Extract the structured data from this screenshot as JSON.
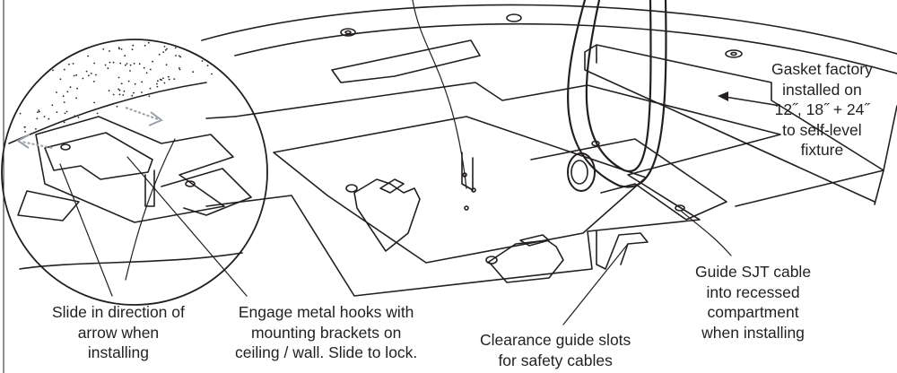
{
  "labels": {
    "gasket": [
      "Gasket factory",
      "installed on",
      "12˝, 18˝ + 24˝",
      "to self-level",
      "fixture"
    ],
    "slide": [
      "Slide in direction of",
      "arrow when",
      "installing"
    ],
    "engage": [
      "Engage metal hooks with",
      "mounting brackets on",
      "ceiling / wall. Slide to lock."
    ],
    "clearance": [
      "Clearance guide slots",
      "for safety cables"
    ],
    "guide": [
      "Guide SJT cable",
      "into recessed",
      "compartment",
      "when installing"
    ]
  },
  "colors": {
    "line": "#231f20",
    "arrow": "#9aa0a6",
    "background": "#ffffff"
  }
}
